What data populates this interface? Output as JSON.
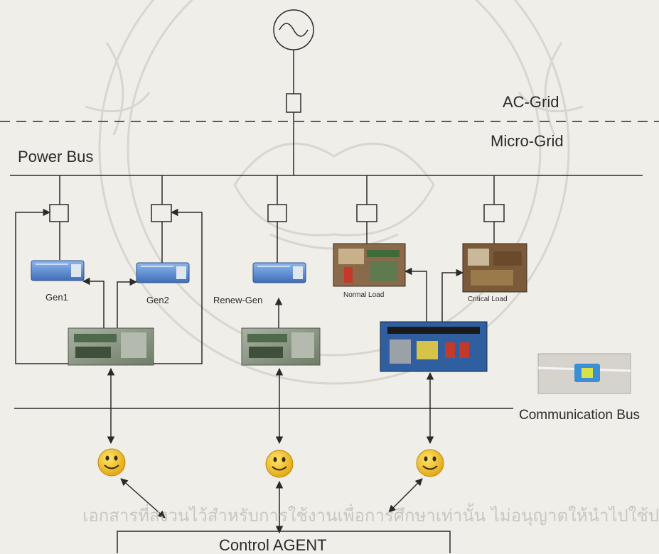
{
  "labels": {
    "ac_grid": "AC-Grid",
    "micro_grid": "Micro-Grid",
    "power_bus": "Power Bus",
    "gen1": "Gen1",
    "gen2": "Gen2",
    "renew_gen": "Renew-Gen",
    "normal_load": "Normal Load",
    "critical_load": "Critical Load",
    "communication_bus": "Communication Bus",
    "control_agent": "Control AGENT"
  },
  "watermark": {
    "text": "เอกสารที่สงวนไว้สำหรับการใช้งานเพื่อการศึกษาเท่านั้น ไม่อนุญาตให้นำไปใช้ป"
  },
  "icons": {
    "ac_source": "sine-wave-icon",
    "agent": "smiley-icon"
  },
  "colors": {
    "background": "#efeee9",
    "line": "#2a2a2a",
    "generator": "#5b8fd6",
    "smiley": "#f2c21a",
    "board": "#8c9a86"
  }
}
